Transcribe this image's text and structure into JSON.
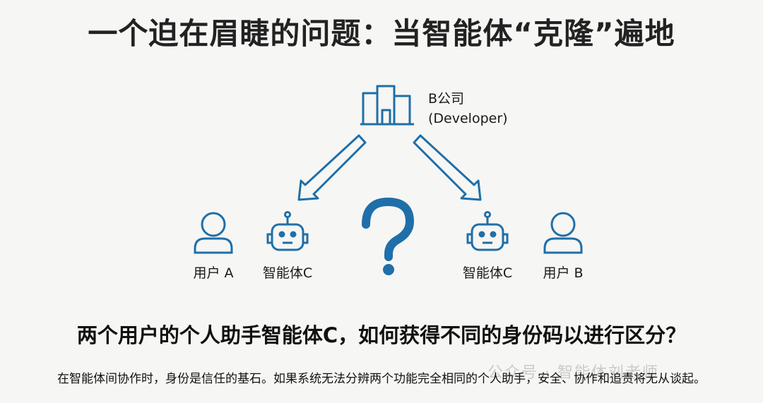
{
  "title": "一个迫在眉睫的问题：当智能体“克隆”遍地",
  "company": {
    "name": "B公司",
    "role": "(Developer)"
  },
  "nodes": {
    "user_a": "用户 A",
    "agent_left": "智能体C",
    "agent_right": "智能体C",
    "user_b": "用户 B",
    "question_mark": "?"
  },
  "question": "两个用户的个人助手智能体C，如何获得不同的身份码以进行区分？",
  "caption": "在智能体间协作时，身份是信任的基石。如果系统无法分辨两个功能完全相同的个人助手，安全、协作和追责将无从谈起。",
  "watermark": "公众号 · 智能体刘老师",
  "colors": {
    "accent": "#1f6fa8",
    "text": "#111111",
    "background": "#f6f6f4"
  }
}
